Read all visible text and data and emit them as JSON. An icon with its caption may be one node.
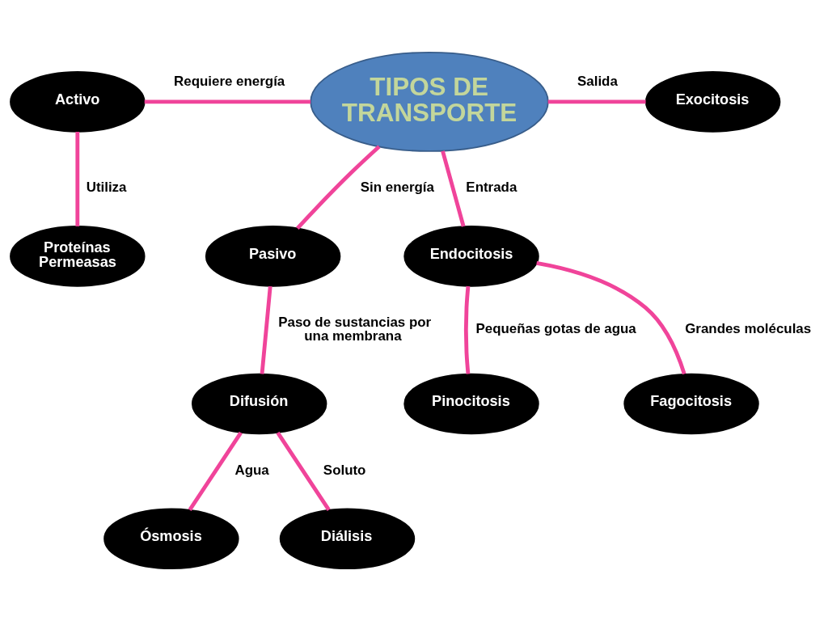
{
  "diagram": {
    "nodes": [
      {
        "text": [
          "TIPOS DE TRANSPORTE"
        ]
      },
      {
        "text": [
          "Activo"
        ]
      },
      {
        "text": [
          "Exocitosis"
        ]
      },
      {
        "text": [
          "Proteínas Permeasas"
        ]
      },
      {
        "text": [
          "Pasivo"
        ]
      },
      {
        "text": [
          "Endocitosis"
        ]
      },
      {
        "text": [
          "Difusión"
        ]
      },
      {
        "text": [
          "Pinocitosis"
        ]
      },
      {
        "text": [
          "Fagocitosis"
        ]
      },
      {
        "text": [
          "Ósmosis"
        ]
      },
      {
        "text": [
          "Diálisis"
        ]
      }
    ],
    "edges": [
      {
        "from": 1,
        "to": 0,
        "arrow": "none",
        "label": "Requiere energía"
      },
      {
        "from": 0,
        "to": 2,
        "arrow": "none",
        "label": "Salida"
      },
      {
        "from": 1,
        "to": 3,
        "arrow": "none",
        "label": "Utiliza"
      },
      {
        "from": 0,
        "to": 4,
        "arrow": "none",
        "label": "Sin energía"
      },
      {
        "from": 0,
        "to": 5,
        "arrow": "none",
        "label": "Entrada"
      },
      {
        "from": 4,
        "to": 6,
        "arrow": "none",
        "label": "Paso de sustancias por una membrana"
      },
      {
        "from": 5,
        "to": 7,
        "arrow": "none",
        "label": "Pequeñas gotas de agua"
      },
      {
        "from": 5,
        "to": 8,
        "arrow": "none",
        "label": "Grandes moléculas"
      },
      {
        "from": 6,
        "to": 9,
        "arrow": "none",
        "label": "Agua"
      },
      {
        "from": 6,
        "to": 10,
        "arrow": "none",
        "label": "Soluto"
      }
    ]
  }
}
